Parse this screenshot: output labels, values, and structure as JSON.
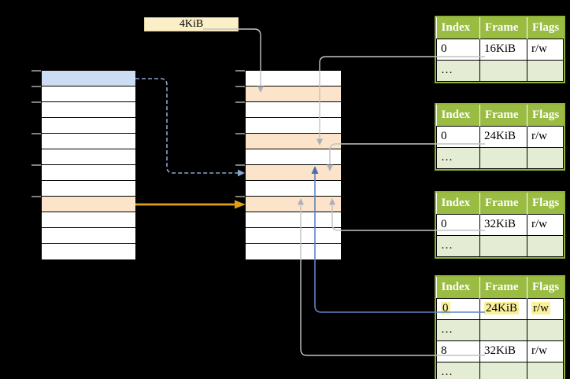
{
  "size_label": "4KiB",
  "colors": {
    "table_header_bg": "#9ABC42",
    "table_border": "#8FB236",
    "table_alt_row_bg": "#E4EDD4",
    "cell_orange": "#FCE4CA",
    "cell_blue": "#CCDCF2",
    "label_box_bg": "#FAEFC6",
    "label_box_border": "#E3D3A1",
    "highlight_yellow": "#FBF19B",
    "connector_gray": "#C2C2C2",
    "connector_blue": "#5E83C2",
    "connector_blue_dashed": "#8AA5CF",
    "connector_orange": "#DFA018",
    "arrow_gray": "#A9AFBC",
    "arrow_blue": "#4A6FAE",
    "tick_gray": "#7F7F7F"
  },
  "left_column": {
    "rows": [
      "blue",
      "",
      "",
      "",
      "",
      "",
      "",
      "",
      "orange",
      "",
      "",
      ""
    ]
  },
  "middle_column": {
    "rows": [
      "",
      "orange",
      "",
      "",
      "orange",
      "",
      "orange",
      "",
      "orange",
      "",
      "",
      ""
    ]
  },
  "tables": [
    {
      "headers": [
        "Index",
        "Frame",
        "Flags"
      ],
      "rows": [
        {
          "type": "data",
          "cells": [
            "0",
            "16KiB",
            "r/w"
          ]
        },
        {
          "type": "ellipsis",
          "cells": [
            "…",
            "",
            ""
          ]
        }
      ]
    },
    {
      "headers": [
        "Index",
        "Frame",
        "Flags"
      ],
      "rows": [
        {
          "type": "data",
          "cells": [
            "0",
            "24KiB",
            "r/w"
          ]
        },
        {
          "type": "ellipsis",
          "cells": [
            "…",
            "",
            ""
          ]
        }
      ]
    },
    {
      "headers": [
        "Index",
        "Frame",
        "Flags"
      ],
      "rows": [
        {
          "type": "data",
          "cells": [
            "0",
            "32KiB",
            "r/w"
          ]
        },
        {
          "type": "ellipsis",
          "cells": [
            "…",
            "",
            ""
          ]
        }
      ]
    },
    {
      "headers": [
        "Index",
        "Frame",
        "Flags"
      ],
      "rows": [
        {
          "type": "data",
          "cells": [
            "0",
            "24KiB",
            "r/w"
          ],
          "highlight": [
            true,
            true,
            true
          ]
        },
        {
          "type": "ellipsis",
          "cells": [
            "…",
            "",
            ""
          ]
        },
        {
          "type": "data",
          "cells": [
            "8",
            "32KiB",
            "r/w"
          ]
        },
        {
          "type": "ellipsis",
          "cells": [
            "…",
            "",
            ""
          ]
        }
      ]
    }
  ]
}
